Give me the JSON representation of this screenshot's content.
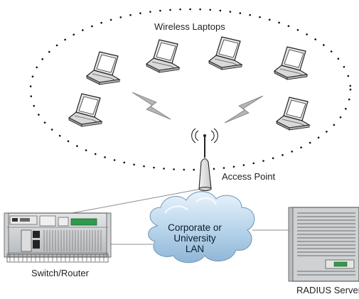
{
  "labels": {
    "wireless_group": "Wireless Laptops",
    "access_point": "Access Point",
    "switch_router": "Switch/Router",
    "radius_server": "RADIUS Server",
    "cloud_line1": "Corporate or",
    "cloud_line2": "University",
    "cloud_line3": "LAN"
  },
  "icons": {
    "laptop": "laptop-icon",
    "access_point": "wireless-access-point-icon",
    "switch_router": "switch-router-icon",
    "server": "server-rack-icon",
    "cloud": "network-cloud-icon",
    "wireless_signal": "lightning-bolt-signal-icon"
  },
  "colors": {
    "cloud_fill": "#a9cbe6",
    "cloud_highlight": "#e8f2fa",
    "rack_gray": "#c9ccce",
    "bolt_gray": "#9a9a9a",
    "dots": "#111111"
  }
}
